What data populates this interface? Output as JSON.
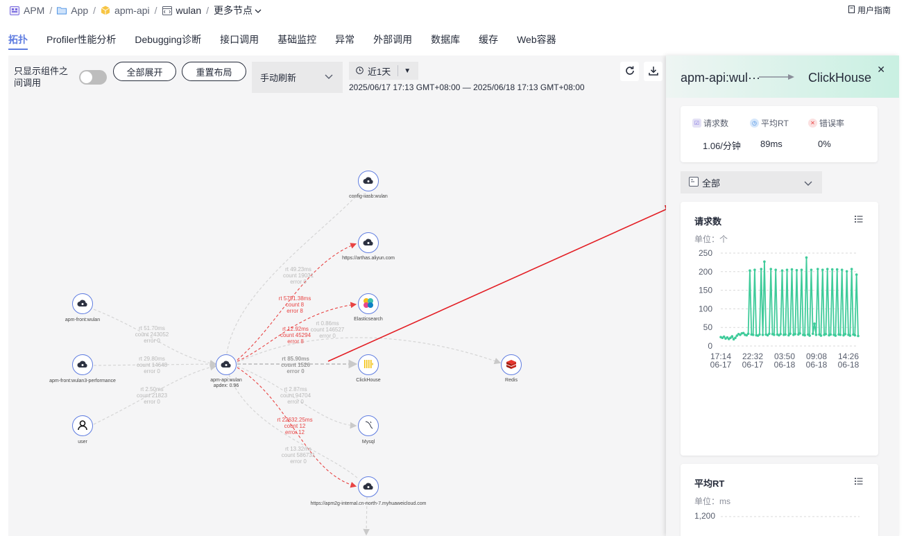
{
  "breadcrumb": [
    {
      "label": "APM",
      "icon": "apm-icon"
    },
    {
      "label": "App",
      "icon": "folder-icon"
    },
    {
      "label": "apm-api",
      "icon": "cube-icon"
    },
    {
      "label": "wulan",
      "icon": "code-window-icon"
    },
    {
      "label": "更多节点",
      "icon": "chevron-down-icon"
    }
  ],
  "user_guide": "用户指南",
  "tabs": [
    {
      "label": "拓扑",
      "active": true
    },
    {
      "label": "Profiler性能分析"
    },
    {
      "label": "Debugging诊断"
    },
    {
      "label": "接口调用"
    },
    {
      "label": "基础监控"
    },
    {
      "label": "异常"
    },
    {
      "label": "外部调用"
    },
    {
      "label": "数据库"
    },
    {
      "label": "缓存"
    },
    {
      "label": "Web容器"
    }
  ],
  "toolbar": {
    "only_component_calls": "只显示组件之间调用",
    "toggle_on": false,
    "expand_all": "全部展开",
    "reset_layout": "重置布局",
    "refresh_mode": "手动刷新",
    "time_range_short": "近1天",
    "time_range_full": "2025/06/17 17:13 GMT+08:00 — 2025/06/18 17:13 GMT+08:00"
  },
  "topology": {
    "nodes": [
      {
        "id": "config",
        "label": "config-iiasb:wulan",
        "icon": "cloud-service-icon"
      },
      {
        "id": "arthas",
        "label": "https://arthas.aliyun.com",
        "icon": "cloud-service-icon"
      },
      {
        "id": "es",
        "label": "Elasticsearch",
        "icon": "elasticsearch-icon"
      },
      {
        "id": "ch",
        "label": "ClickHouse",
        "icon": "clickhouse-icon"
      },
      {
        "id": "redis",
        "label": "Redis",
        "icon": "redis-icon"
      },
      {
        "id": "mysql",
        "label": "Mysql",
        "icon": "mysql-icon"
      },
      {
        "id": "huawei",
        "label": "https://apm2g-internal.cn-north-7.myhuaweicloud.com",
        "icon": "cloud-service-icon"
      },
      {
        "id": "front",
        "label": "apm-front:wulan",
        "icon": "cloud-service-icon"
      },
      {
        "id": "front3",
        "label": "apm-front:wulan3-performance",
        "icon": "cloud-service-icon"
      },
      {
        "id": "user",
        "label": "user",
        "icon": "user-icon"
      },
      {
        "id": "api",
        "label": "apm-api:wulan",
        "sublabel": "apdex: 0.96",
        "icon": "cloud-service-icon"
      }
    ],
    "edges": [
      {
        "id": "e_config",
        "lines": [
          "rt 49.23ms",
          "count 19031",
          "error 0"
        ],
        "status": "normal"
      },
      {
        "id": "e_arthas",
        "lines": [
          "rt 5791.38ms",
          "count 8",
          "error 8"
        ],
        "status": "error"
      },
      {
        "id": "e_es",
        "lines": [
          "rt 12.92ms",
          "count 45294",
          "error 8"
        ],
        "status": "error"
      },
      {
        "id": "e_redis",
        "lines": [
          "rt 0.86ms",
          "count 146527",
          "error 0"
        ],
        "status": "normal"
      },
      {
        "id": "e_ch",
        "lines": [
          "rt 85.90ms",
          "count 1526",
          "error 0"
        ],
        "status": "selected"
      },
      {
        "id": "e_mysql",
        "lines": [
          "rt 2.87ms",
          "count 94704",
          "error 0"
        ],
        "status": "normal"
      },
      {
        "id": "e_huawei_err",
        "lines": [
          "rt 22632.25ms",
          "count 12",
          "error 12"
        ],
        "status": "error"
      },
      {
        "id": "e_huawei",
        "lines": [
          "rt 13.32ms",
          "count 586731",
          "error 0"
        ],
        "status": "normal"
      },
      {
        "id": "e_front",
        "lines": [
          "rt 51.70ms",
          "count 243052",
          "error 0"
        ],
        "status": "normal"
      },
      {
        "id": "e_front3",
        "lines": [
          "rt 29.80ms",
          "count 14648",
          "error 0"
        ],
        "status": "normal"
      },
      {
        "id": "e_user",
        "lines": [
          "rt 2.50ms",
          "count 21823",
          "error 0"
        ],
        "status": "normal"
      }
    ]
  },
  "panel": {
    "source": "apm-api:wul···",
    "target": "ClickHouse",
    "stats": [
      {
        "label": "请求数",
        "value": "1.06/分钟",
        "icon": "request-icon"
      },
      {
        "label": "平均RT",
        "value": "89ms",
        "icon": "clock-icon"
      },
      {
        "label": "错误率",
        "value": "0%",
        "icon": "error-icon"
      }
    ],
    "filter": "全部",
    "req_chart_title": "请求数",
    "req_chart_unit": "单位：个",
    "rt_chart_title": "平均RT",
    "rt_chart_unit": "单位：ms",
    "rt_chart_first_tick": "1,200"
  },
  "colors": {
    "accent": "#5e7ce0",
    "series": "#3fcb9a",
    "error": "#e84343",
    "edge": "#cfcfcf"
  },
  "chart_data": {
    "type": "line",
    "title": "请求数",
    "ylabel": "单位：个",
    "ylim": [
      0,
      250
    ],
    "yticks": [
      0,
      50,
      100,
      150,
      200,
      250
    ],
    "xticks": [
      [
        "17:14",
        "06-17"
      ],
      [
        "22:32",
        "06-17"
      ],
      [
        "03:50",
        "06-18"
      ],
      [
        "09:08",
        "06-18"
      ],
      [
        "14:26",
        "06-18"
      ]
    ],
    "series": [
      {
        "values": [
          24,
          22,
          25,
          20,
          23,
          19,
          22,
          26,
          18,
          22,
          28,
          32,
          30,
          34,
          35,
          30,
          29,
          33,
          203,
          31,
          30,
          205,
          29,
          28,
          31,
          207,
          30,
          227,
          31,
          29,
          33,
          207,
          32,
          30,
          205,
          31,
          29,
          32,
          203,
          30,
          31,
          205,
          29,
          33,
          206,
          30,
          32,
          204,
          31,
          34,
          205,
          30,
          29,
          238,
          31,
          28,
          205,
          33,
          60,
          30,
          207,
          31,
          28,
          205,
          30,
          32,
          207,
          29,
          31,
          206,
          30,
          28,
          206,
          31,
          30,
          205,
          29,
          32,
          201,
          30,
          28,
          207,
          31,
          29,
          192,
          27
        ]
      }
    ]
  }
}
